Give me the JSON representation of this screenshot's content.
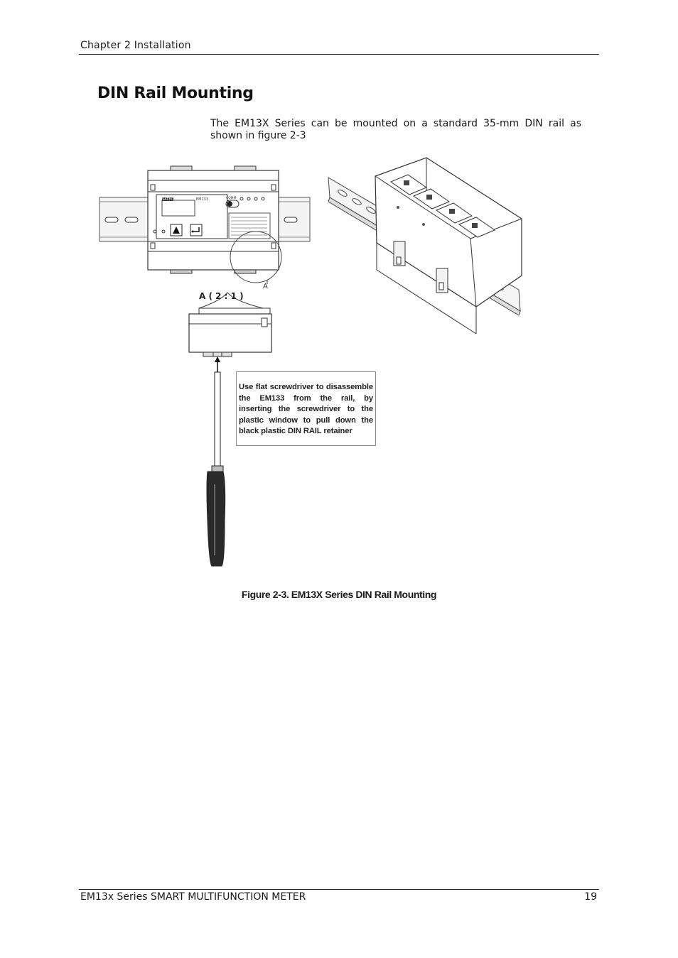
{
  "header": {
    "chapter": "Chapter 2   Installation"
  },
  "section": {
    "title": "DIN Rail Mounting"
  },
  "intro": {
    "text": "The EM13X Series can be mounted on a standard 35-mm DIN rail as shown in figure 2-3"
  },
  "figure": {
    "meter_brand": "SATEC",
    "meter_model": "EM133",
    "comm_label": "COMM",
    "detail_marker": "A",
    "detail_label": "A ( 2 : 1 )",
    "note": "Use flat screwdriver to disassemble the EM133 from the rail, by inserting the screwdriver to the plastic window to pull down the black plastic DIN RAIL retainer",
    "caption": "Figure 2-3.  EM13X Series DIN Rail Mounting"
  },
  "footer": {
    "title": "EM13x Series SMART MULTIFUNCTION METER",
    "page_number": "19"
  }
}
